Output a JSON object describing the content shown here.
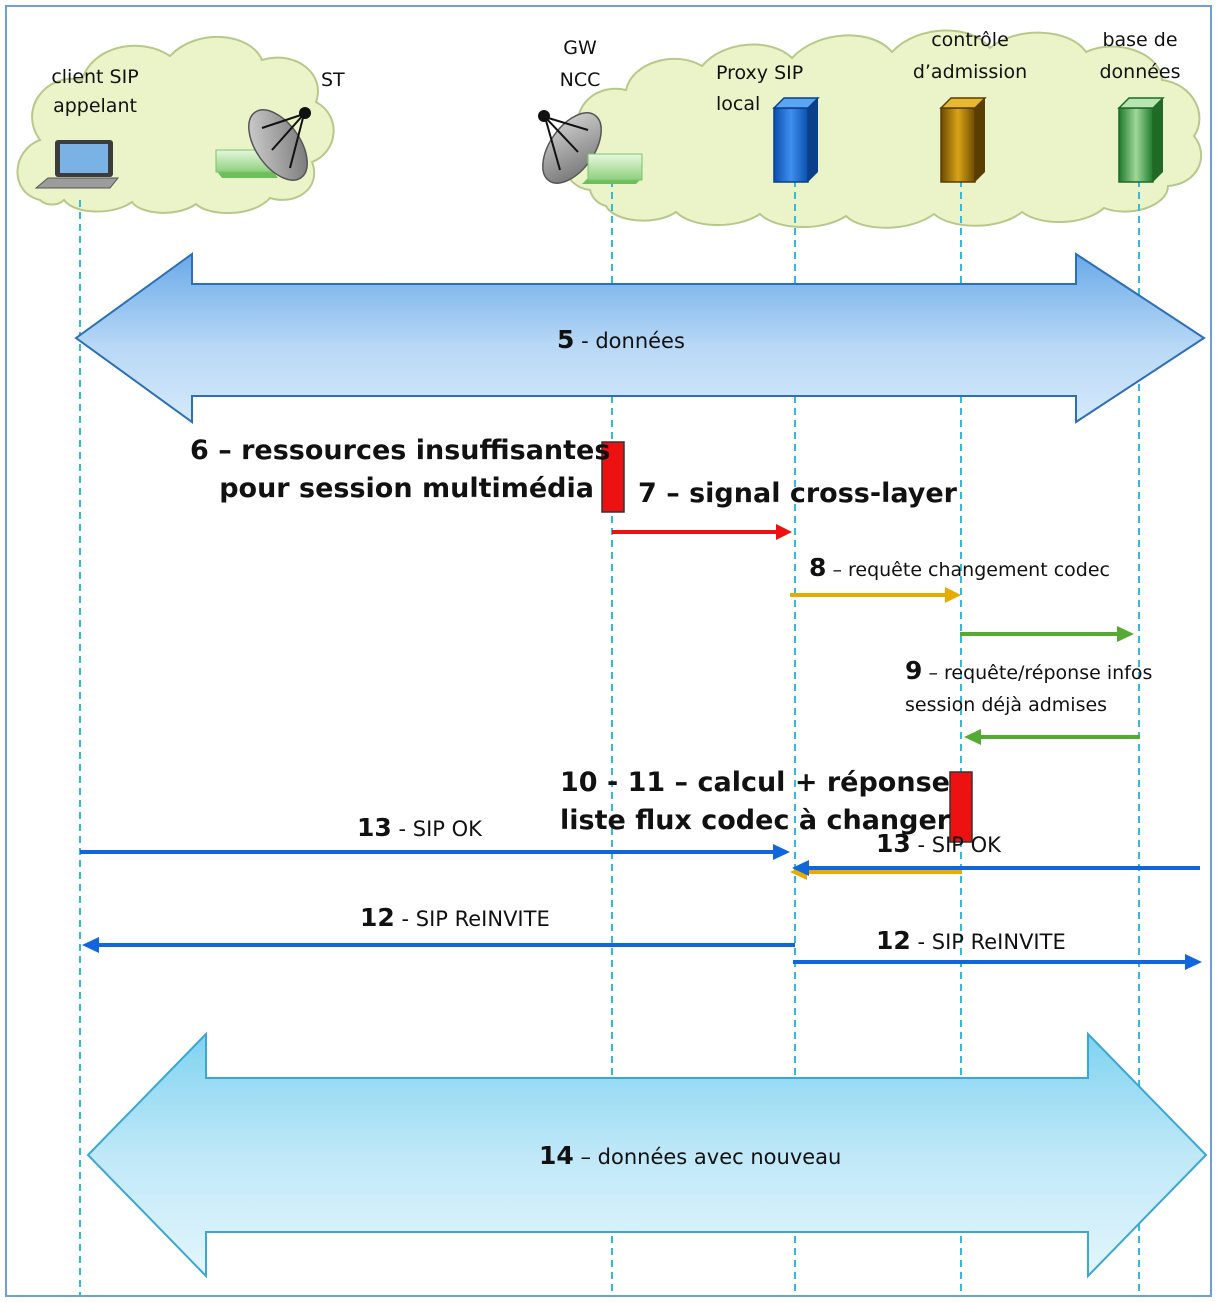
{
  "entities": [
    {
      "id": "client",
      "label_lines": [
        "client SIP",
        "appelant"
      ]
    },
    {
      "id": "st",
      "label_lines": [
        "ST"
      ]
    },
    {
      "id": "gw",
      "label_lines": [
        "GW",
        "NCC"
      ]
    },
    {
      "id": "proxy",
      "label_lines": [
        "Proxy SIP",
        "local"
      ]
    },
    {
      "id": "admission",
      "label_lines": [
        "contrôle",
        "d’admission"
      ]
    },
    {
      "id": "db",
      "label_lines": [
        "base de",
        "données"
      ]
    }
  ],
  "messages": [
    {
      "id": "m5",
      "num": "5",
      "sep": " - ",
      "text": "données"
    },
    {
      "id": "m6",
      "num": "6",
      "sep": " – ",
      "text": "ressources insuffisantes",
      "text2": "pour session multimédia"
    },
    {
      "id": "m7",
      "num": "7",
      "sep": " – ",
      "text": "signal cross-layer"
    },
    {
      "id": "m8",
      "num": "8",
      "sep": " – ",
      "text": "requête changement codec"
    },
    {
      "id": "m9",
      "num": "9",
      "sep": " – ",
      "text": "requête/réponse infos",
      "text2": "session déjà admises"
    },
    {
      "id": "m10",
      "num": "10 - 11",
      "sep": " – ",
      "text": "calcul + réponse",
      "text2": "liste flux codec à changer"
    },
    {
      "id": "m12a",
      "num": "12",
      "sep": " - ",
      "text": "SIP ReINVITE"
    },
    {
      "id": "m12b",
      "num": "12",
      "sep": " - ",
      "text": "SIP ReINVITE"
    },
    {
      "id": "m13a",
      "num": "13",
      "sep": " - ",
      "text": "SIP OK"
    },
    {
      "id": "m13b",
      "num": "13",
      "sep": " - ",
      "text": "SIP OK"
    },
    {
      "id": "m14",
      "num": "14",
      "sep": " – ",
      "text": "données avec nouveau"
    }
  ],
  "colors": {
    "frame": "#6aa2d8",
    "lifeline": "#33bbdd",
    "cloud_fill": "#ebf4c8",
    "cloud_stroke": "#b7c98a",
    "red": "#ee1111",
    "orange": "#e6ad00",
    "green": "#55aa33",
    "blue": "#1166dd"
  }
}
